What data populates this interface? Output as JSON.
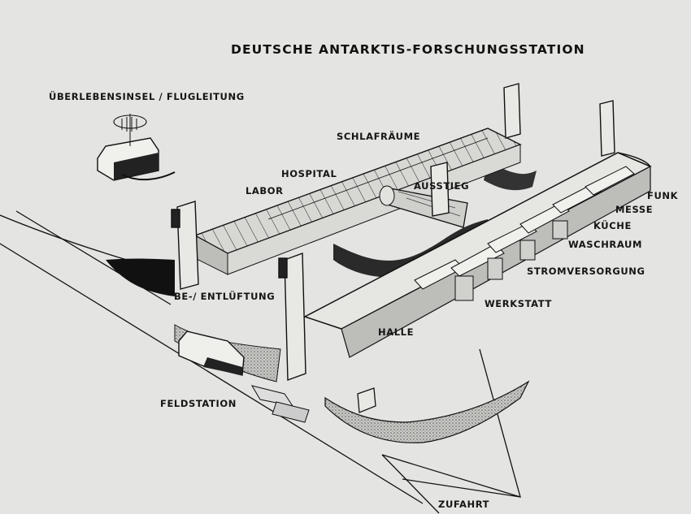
{
  "title": "DEUTSCHE ANTARKTIS-FORSCHUNGSSTATION",
  "labels": {
    "survival_island": "ÜBERLEBENSINSEL / FLUGLEITUNG",
    "sleeping_quarters": "SCHLAFRÄUME",
    "hospital": "HOSPITAL",
    "lab": "LABOR",
    "exit": "AUSSTIEG",
    "radio": "FUNK",
    "mess": "MESSE",
    "kitchen": "KÜCHE",
    "washroom": "WASCHRAUM",
    "power_supply": "STROMVERSORGUNG",
    "workshop": "WERKSTATT",
    "ventilation": "BE-/ ENTLÜFTUNG",
    "hall": "HALLE",
    "field_station": "FELDSTATION",
    "access_road": "ZUFAHRT"
  }
}
